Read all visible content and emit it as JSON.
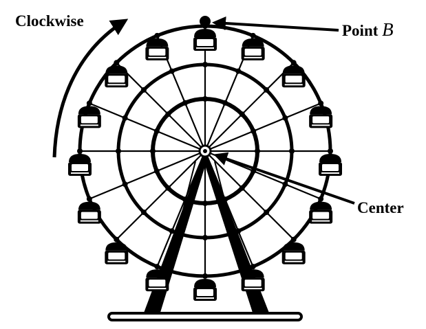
{
  "labels": {
    "direction": "Clockwise",
    "point_prefix": "Point ",
    "point_var": "B",
    "center": "Center"
  },
  "wheel": {
    "cabin_count": 16,
    "spoke_count": 16
  },
  "colors": {
    "ink": "#000000",
    "cabin_window": "#ffffff",
    "background": "#ffffff"
  }
}
